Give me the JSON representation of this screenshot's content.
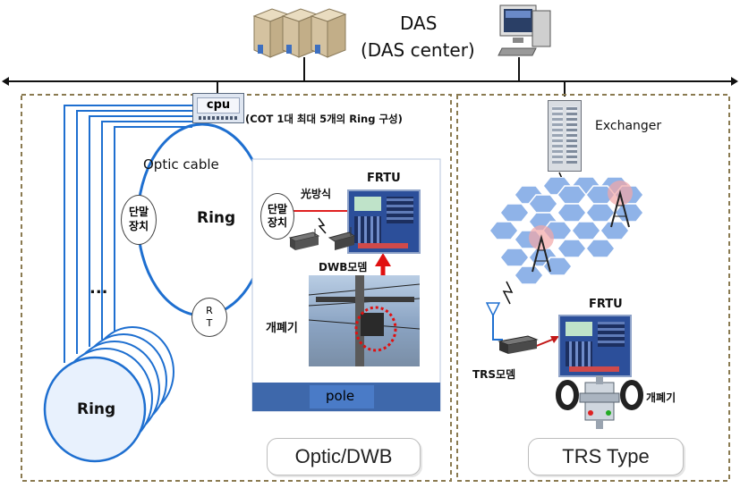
{
  "header": {
    "das_title": "DAS",
    "das_center": "(DAS center)"
  },
  "left_panel": {
    "cpu_label": "cpu",
    "cot_note": "(COT 1대 최대 5개의 Ring 구성)",
    "optic_cable": "Optic cable",
    "ring_label": "Ring",
    "terminal_top": "단말",
    "terminal_bottom": "장치",
    "rt_top": "R",
    "rt_bottom": "T",
    "ellipsis": "...",
    "ring_stack_label": "Ring",
    "frtu_label": "FRTU",
    "optic_method": "光방식",
    "inner_terminal_top": "단말",
    "inner_terminal_bottom": "장치",
    "dwb_modem": "DWB모뎀",
    "switch_label": "개폐기",
    "pole_label": "pole",
    "panel_title": "Optic/DWB"
  },
  "right_panel": {
    "exchanger": "Exchanger",
    "frtu_label": "FRTU",
    "trs_modem": "TRS모뎀",
    "switch_label": "개폐기",
    "panel_title": "TRS Type"
  }
}
